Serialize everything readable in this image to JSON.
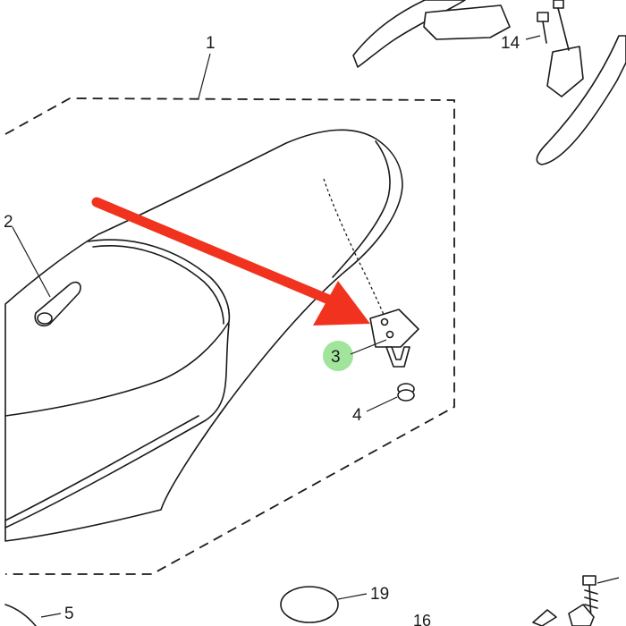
{
  "diagram": {
    "callouts": [
      {
        "id": "1",
        "label": "1"
      },
      {
        "id": "2",
        "label": "2"
      },
      {
        "id": "3",
        "label": "3",
        "highlighted": true
      },
      {
        "id": "4",
        "label": "4"
      },
      {
        "id": "5",
        "label": "5"
      },
      {
        "id": "14",
        "label": "14"
      },
      {
        "id": "16",
        "label": "16"
      },
      {
        "id": "19",
        "label": "19"
      }
    ],
    "colors": {
      "line": "#1a1a1a",
      "arrow": "#f0321e",
      "highlight": "#8fe08a",
      "background": "#ffffff"
    }
  }
}
